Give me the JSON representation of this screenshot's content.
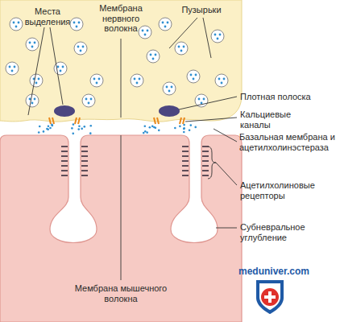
{
  "diagram": {
    "labels": [
      "Места выделения",
      "Мембрана нервного волокна",
      "Пузырьки",
      "Плотная полоска",
      "Кальциевые каналы",
      "Базальная мембрана и ацетилхолинэстераза",
      "Ацетилхолиновые рецепторы",
      "Субневральное углубление",
      "Мембрана мышечного волокна",
      "meduniver.com"
    ]
  }
}
